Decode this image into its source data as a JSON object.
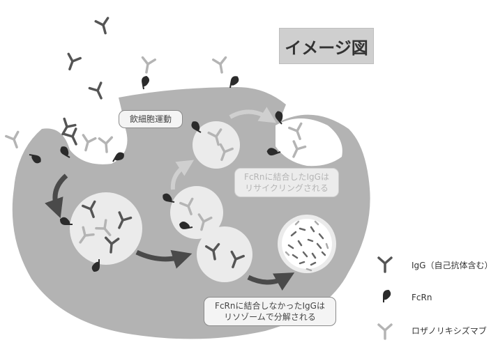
{
  "title": "イメージ図",
  "labels": {
    "endocytosis": "飲細胞運動",
    "recycled_line1": "FcRnに結合したIgGは",
    "recycled_line2": "リサイクリングされる",
    "degraded_line1": "FcRnに結合しなかったIgGは",
    "degraded_line2": "リソゾームで分解される"
  },
  "legend": [
    {
      "label": "IgG（自己抗体含む）",
      "icon": "igg-antibody-icon",
      "color": "#555555"
    },
    {
      "label": "FcRn",
      "icon": "fcrn-receptor-icon",
      "color": "#2b2b2b"
    },
    {
      "label": "ロザノリキシズマブ",
      "icon": "rozanolixizumab-icon",
      "color": "#b4b4b4"
    }
  ],
  "colors": {
    "cell": "#b3b3b3",
    "vesicle": "#ebebeb",
    "igg": "#555555",
    "fcrn": "#2b2b2b",
    "drug": "#b4b4b4",
    "arrow": "#4a4a4a"
  }
}
